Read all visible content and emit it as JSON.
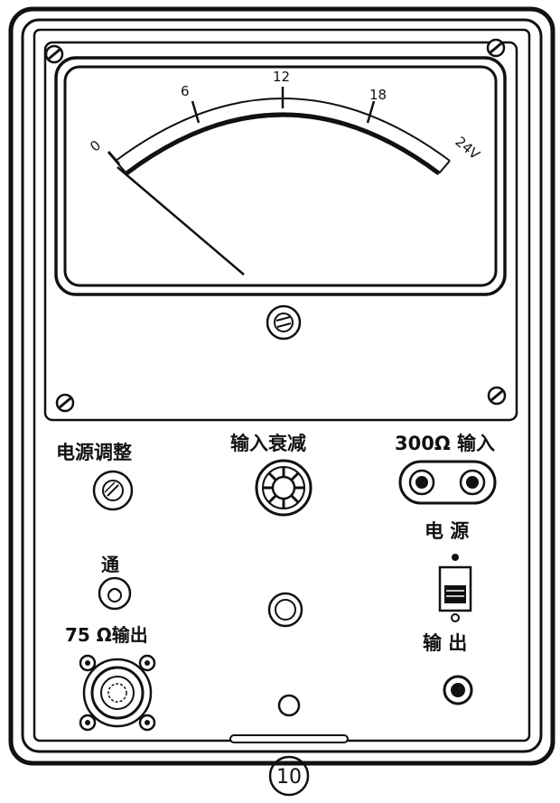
{
  "meter": {
    "scale_labels": [
      "0",
      "6",
      "12",
      "18",
      "24V"
    ]
  },
  "labels": {
    "power_adjust": "电源调整",
    "input_attenuation": "输入衰减",
    "input_300": "300Ω 输入",
    "power_on": "通",
    "output_75": "75 Ω输出",
    "power": "电 源",
    "output": "输 出"
  },
  "figure_number": "10"
}
